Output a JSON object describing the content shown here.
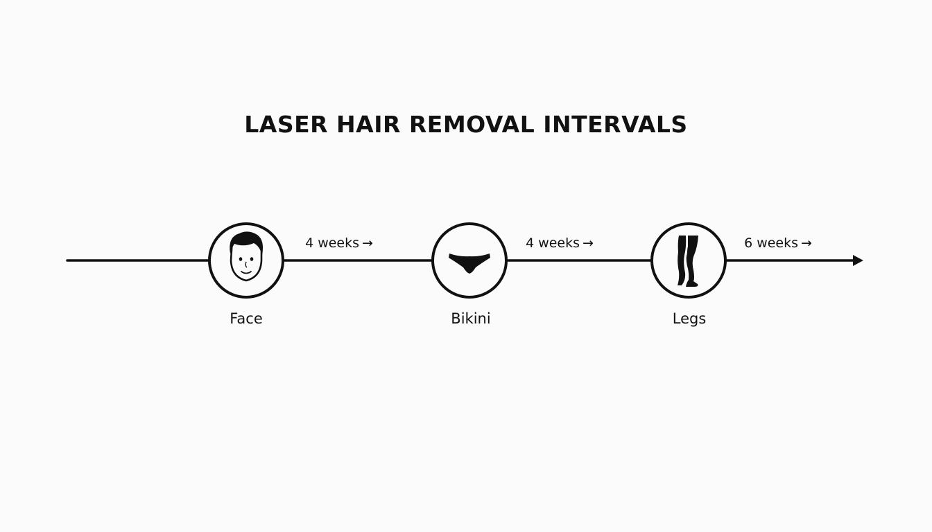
{
  "title": "LASER HAIR REMOVAL INTERVALS",
  "colors": {
    "background": "#fbfbfb",
    "ink": "#111111"
  },
  "stages": [
    {
      "label": "Face",
      "icon": "face-icon"
    },
    {
      "label": "Bikini",
      "icon": "bikini-icon"
    },
    {
      "label": "Legs",
      "icon": "legs-icon"
    }
  ],
  "intervals": [
    {
      "text": "4 weeks",
      "arrow": "→"
    },
    {
      "text": "4 weeks",
      "arrow": "→"
    },
    {
      "text": "6 weeks",
      "arrow": "→"
    }
  ]
}
